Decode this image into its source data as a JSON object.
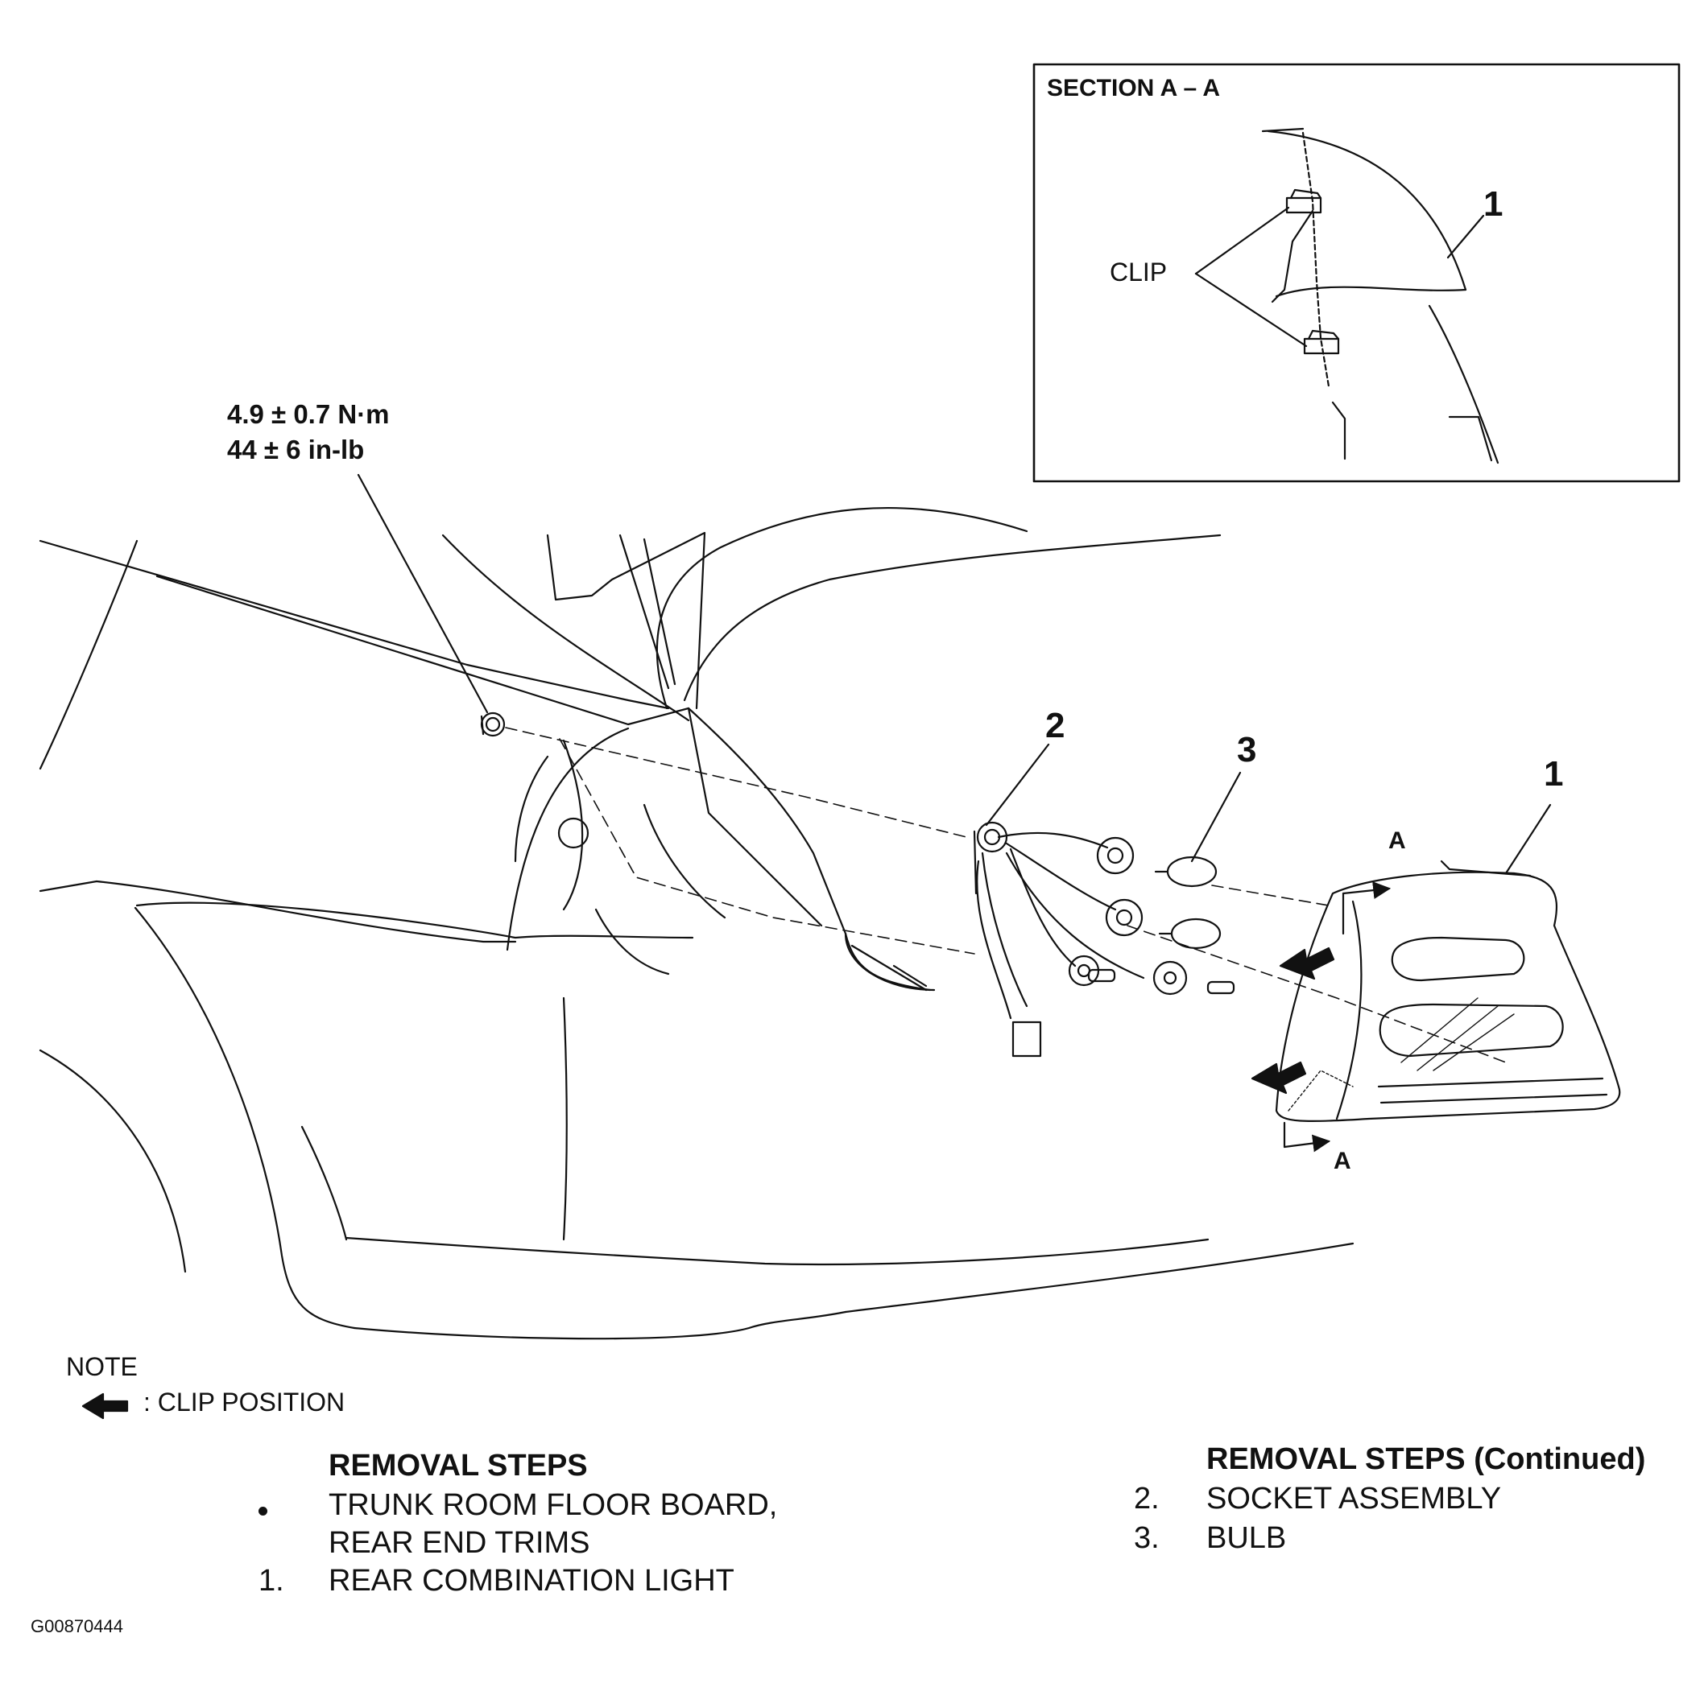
{
  "torque": {
    "line1": "4.9 ± 0.7 N·m",
    "line2": "44 ± 6 in-lb"
  },
  "section": {
    "title": "SECTION A – A",
    "clip_label": "CLIP",
    "item": "1"
  },
  "callouts": {
    "item1": "1",
    "item2": "2",
    "item3": "3",
    "section_mark_top": "A",
    "section_mark_bottom": "A"
  },
  "note": {
    "title": "NOTE",
    "legend": ": CLIP POSITION",
    "legend_icon": "arrow-left-icon"
  },
  "removal_steps": {
    "heading": "REMOVAL STEPS",
    "items": [
      {
        "marker": "•",
        "line1": "TRUNK ROOM FLOOR BOARD,",
        "line2": "REAR END TRIMS"
      },
      {
        "marker": "1.",
        "line1": "REAR COMBINATION LIGHT"
      }
    ]
  },
  "removal_steps_continued": {
    "heading": "REMOVAL STEPS (Continued)",
    "items": [
      {
        "marker": "2.",
        "line1": "SOCKET ASSEMBLY"
      },
      {
        "marker": "3.",
        "line1": "BULB"
      }
    ]
  },
  "figure_code": "G00870444"
}
